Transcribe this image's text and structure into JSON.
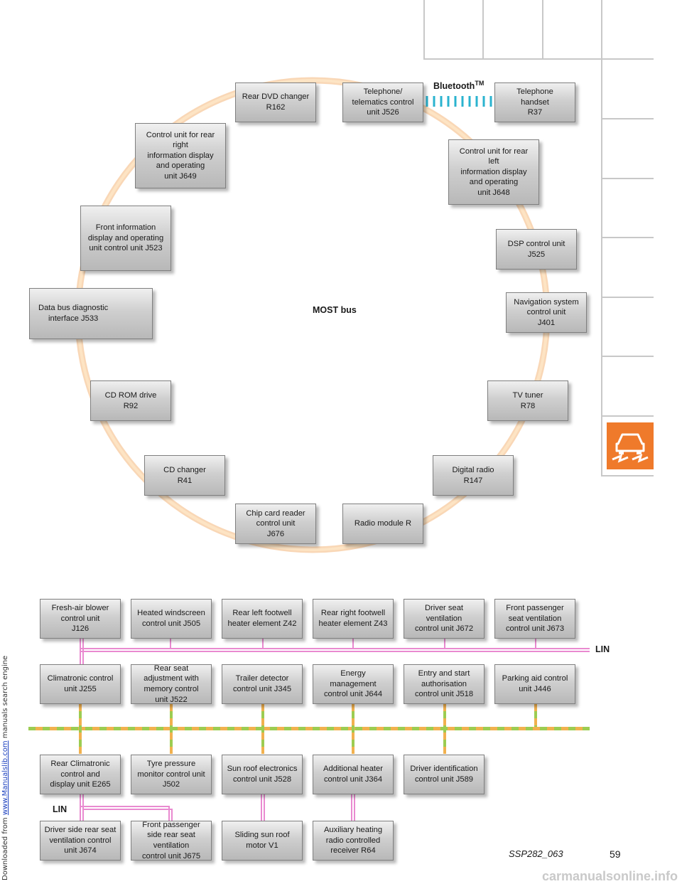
{
  "header": {
    "prefix": "Downloaded from",
    "link": "www.Manualslib.com",
    "suffix": "manuals search engine"
  },
  "footer": {
    "watermark": "carmanualsonline.info",
    "figure_id": "SSP282_063",
    "page_number": "59"
  },
  "labels": {
    "bluetooth": "Bluetooth",
    "tm": "TM",
    "most_bus": "MOST bus",
    "lin_top": "LIN",
    "lin_bottom": "LIN"
  },
  "most_nodes": [
    {
      "id": "rear-dvd-changer",
      "text": "Rear DVD changer\nR162"
    },
    {
      "id": "telephone-telematics",
      "text": "Telephone/\ntelematics control\nunit J526"
    },
    {
      "id": "telephone-handset",
      "text": "Telephone\nhandset\nR37"
    },
    {
      "id": "rear-right-info-display",
      "text": "Control unit for rear\nright\ninformation display\nand operating\nunit J649"
    },
    {
      "id": "rear-left-info-display",
      "text": "Control unit for rear\nleft\ninformation display\nand operating\nunit J648"
    },
    {
      "id": "front-info-display",
      "text": "Front information\ndisplay and operating\nunit control unit J523"
    },
    {
      "id": "dsp-control",
      "text": "DSP control unit\nJ525"
    },
    {
      "id": "data-bus-diagnostic",
      "text": "Data bus diagnostic\ninterface J533"
    },
    {
      "id": "navigation-system",
      "text": "Navigation system\ncontrol unit\nJ401"
    },
    {
      "id": "cd-rom-drive",
      "text": "CD ROM drive\nR92"
    },
    {
      "id": "tv-tuner",
      "text": "TV tuner\nR78"
    },
    {
      "id": "cd-changer",
      "text": "CD changer\nR41"
    },
    {
      "id": "digital-radio",
      "text": "Digital radio\nR147"
    },
    {
      "id": "chip-card-reader",
      "text": "Chip card reader\ncontrol unit\nJ676"
    },
    {
      "id": "radio-module",
      "text": "Radio module R"
    }
  ],
  "lin_top_nodes": [
    {
      "id": "fresh-air-blower",
      "text": "Fresh-air blower\ncontrol unit\nJ126"
    },
    {
      "id": "heated-windscreen",
      "text": "Heated windscreen\ncontrol unit J505"
    },
    {
      "id": "rear-left-footwell",
      "text": "Rear left footwell\nheater element Z42"
    },
    {
      "id": "rear-right-footwell",
      "text": "Rear right footwell\nheater element Z43"
    },
    {
      "id": "driver-seat-ventilation",
      "text": "Driver seat\nventilation\ncontrol unit J672"
    },
    {
      "id": "front-passenger-seat-ventilation",
      "text": "Front passenger\nseat ventilation\ncontrol unit J673"
    }
  ],
  "comfort_top_nodes": [
    {
      "id": "climatronic",
      "text": "Climatronic control\nunit J255"
    },
    {
      "id": "rear-seat-adjustment",
      "text": "Rear seat\nadjustment with\nmemory control\nunit J522"
    },
    {
      "id": "trailer-detector",
      "text": "Trailer detector\ncontrol unit J345"
    },
    {
      "id": "energy-management",
      "text": "Energy\nmanagement\ncontrol unit J644"
    },
    {
      "id": "entry-start-authorisation",
      "text": "Entry and start\nauthorisation\ncontrol unit J518"
    },
    {
      "id": "parking-aid",
      "text": "Parking aid control\nunit J446"
    }
  ],
  "comfort_bottom_nodes": [
    {
      "id": "rear-climatronic",
      "text": "Rear Climatronic\ncontrol and\ndisplay unit E265"
    },
    {
      "id": "tyre-pressure",
      "text": "Tyre pressure\nmonitor control unit\nJ502"
    },
    {
      "id": "sun-roof-electronics",
      "text": "Sun roof electronics\ncontrol unit J528"
    },
    {
      "id": "additional-heater",
      "text": "Additional heater\ncontrol unit J364"
    },
    {
      "id": "driver-identification",
      "text": "Driver identification\ncontrol unit J589"
    }
  ],
  "sub_nodes": [
    {
      "id": "driver-rear-seat-ventilation",
      "text": "Driver side rear seat\nventilation control\nunit J674"
    },
    {
      "id": "passenger-rear-seat-ventilation",
      "text": "Front passenger\nside rear seat\nventilation\ncontrol unit J675"
    },
    {
      "id": "sliding-sun-roof-motor",
      "text": "Sliding sun roof\nmotor V1"
    },
    {
      "id": "auxiliary-heating-receiver",
      "text": "Auxiliary heating\nradio controlled\nreceiver R64"
    }
  ],
  "colors": {
    "most_ring": "#f8cf9a",
    "lin_line": "#e98ad0",
    "can_green": "#9ccc52",
    "can_orange": "#f1b14f",
    "bluetooth": "#2ab3cf",
    "tab_orange": "#ef7a2b"
  },
  "icons": {
    "warning_tab": "car-skid-icon"
  }
}
